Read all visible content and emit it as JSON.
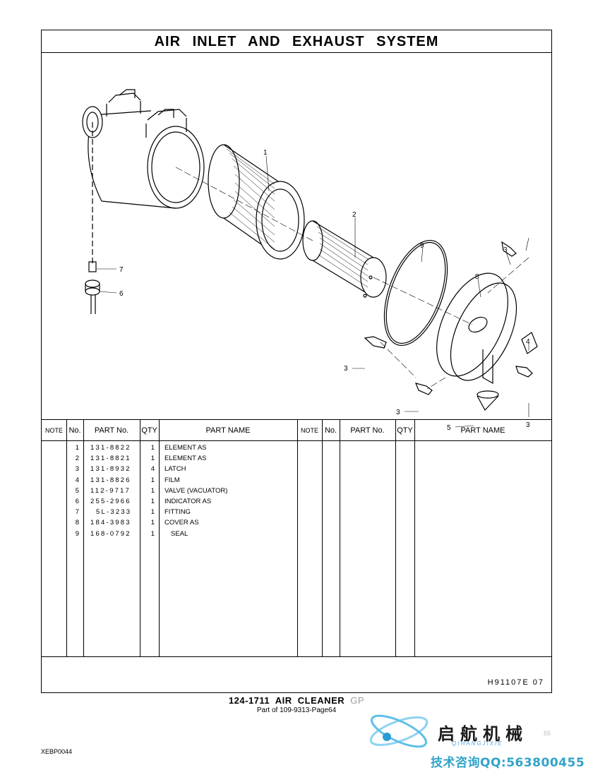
{
  "header": {
    "title": "AIR  INLET  AND  EXHAUST  SYSTEM"
  },
  "diagram": {
    "callouts": [
      "1",
      "2",
      "9",
      "3",
      "8",
      "7",
      "6",
      "4",
      "3",
      "3",
      "3",
      "5",
      "3"
    ]
  },
  "table": {
    "columns": {
      "note": "NOTE",
      "no": "No.",
      "part_no": "PART No.",
      "qty": "QTY",
      "part_name": "PART NAME"
    },
    "rows": [
      {
        "no": "1",
        "part_no": "131-8822",
        "qty": "1",
        "part_name": "ELEMENT AS"
      },
      {
        "no": "2",
        "part_no": "131-8821",
        "qty": "1",
        "part_name": "ELEMENT AS"
      },
      {
        "no": "3",
        "part_no": "131-8932",
        "qty": "4",
        "part_name": "LATCH"
      },
      {
        "no": "4",
        "part_no": "131-8826",
        "qty": "1",
        "part_name": "FILM"
      },
      {
        "no": "5",
        "part_no": "112-9717",
        "qty": "1",
        "part_name": "VALVE (VACUATOR)"
      },
      {
        "no": "6",
        "part_no": "255-2966",
        "qty": "1",
        "part_name": "INDICATOR AS"
      },
      {
        "no": "7",
        "part_no": "5L-3233",
        "qty": "1",
        "part_name": "FITTING"
      },
      {
        "no": "8",
        "part_no": "184-3983",
        "qty": "1",
        "part_name": "COVER AS"
      },
      {
        "no": "9",
        "part_no": "168-0792",
        "qty": "1",
        "part_name": "SEAL"
      }
    ]
  },
  "footer": {
    "drawing_code": "H91107E   07",
    "group_number": "124-1711",
    "group_name": "AIR  CLEANER",
    "group_suffix": "GP",
    "part_of": "Part of 109-9313-Page64",
    "doc_code": "XEBP0044"
  },
  "watermark": {
    "brand": "启航机械",
    "brand_pinyin": "QIHANGJIXIE",
    "page_number": "65",
    "contact": "技术咨询QQ:563800455"
  }
}
